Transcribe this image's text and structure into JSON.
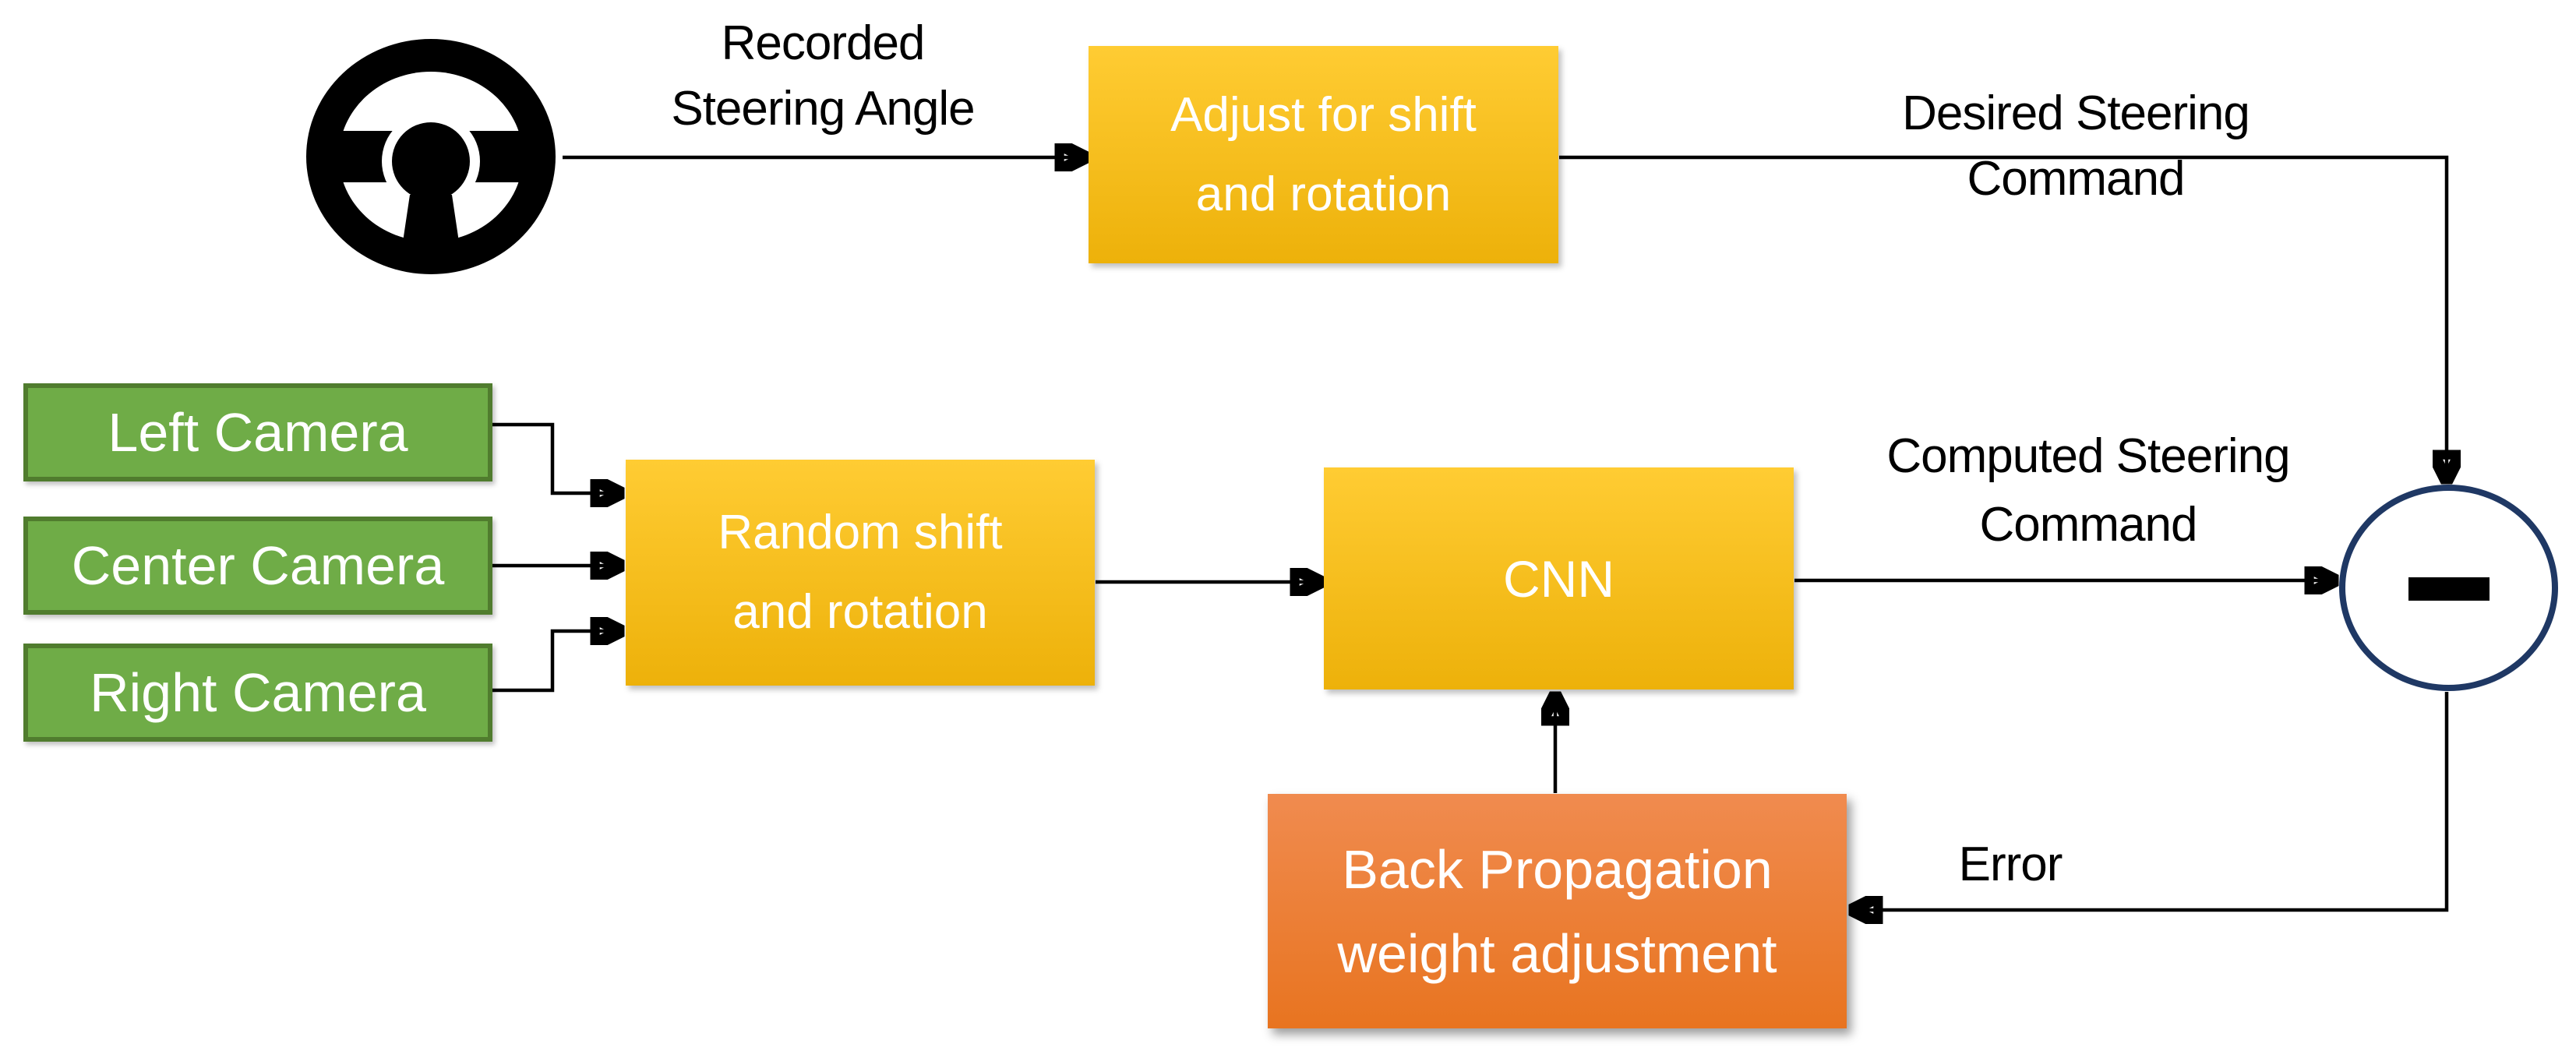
{
  "theme": {
    "gold_top": "#FFCC33",
    "gold_bottom": "#EDB10A",
    "orange_top": "#F08B4F",
    "orange_bottom": "#E87420",
    "green_fill": "#6FAC47",
    "green_border": "#507C2E",
    "navy": "#1F3864",
    "line_color": "#000000",
    "text_color": "#000000",
    "box_text_color": "#FFFFFF",
    "background": "#FFFFFF"
  },
  "icons": {
    "steering_wheel": "steering-wheel"
  },
  "nodes": {
    "left_camera": {
      "label": "Left Camera"
    },
    "center_camera": {
      "label": "Center Camera"
    },
    "right_camera": {
      "label": "Right Camera"
    },
    "adjust": {
      "label": "Adjust for shift\nand rotation"
    },
    "random": {
      "label": "Random shift\nand rotation"
    },
    "cnn": {
      "label": "CNN"
    },
    "backprop": {
      "label": "Back Propagation\nweight adjustment"
    },
    "subtract": {
      "symbol": "−"
    }
  },
  "edges": [
    {
      "from": "steering-wheel",
      "to": "adjust",
      "label": "Recorded\nSteering Angle"
    },
    {
      "from": "adjust",
      "to": "subtract",
      "label": "Desired Steering Command"
    },
    {
      "from": "left-camera",
      "to": "random",
      "label": ""
    },
    {
      "from": "center-camera",
      "to": "random",
      "label": ""
    },
    {
      "from": "right-camera",
      "to": "random",
      "label": ""
    },
    {
      "from": "random",
      "to": "cnn",
      "label": ""
    },
    {
      "from": "cnn",
      "to": "subtract",
      "label": "Computed Steering\nCommand"
    },
    {
      "from": "subtract",
      "to": "backprop",
      "label": "Error"
    },
    {
      "from": "backprop",
      "to": "cnn",
      "label": ""
    }
  ]
}
